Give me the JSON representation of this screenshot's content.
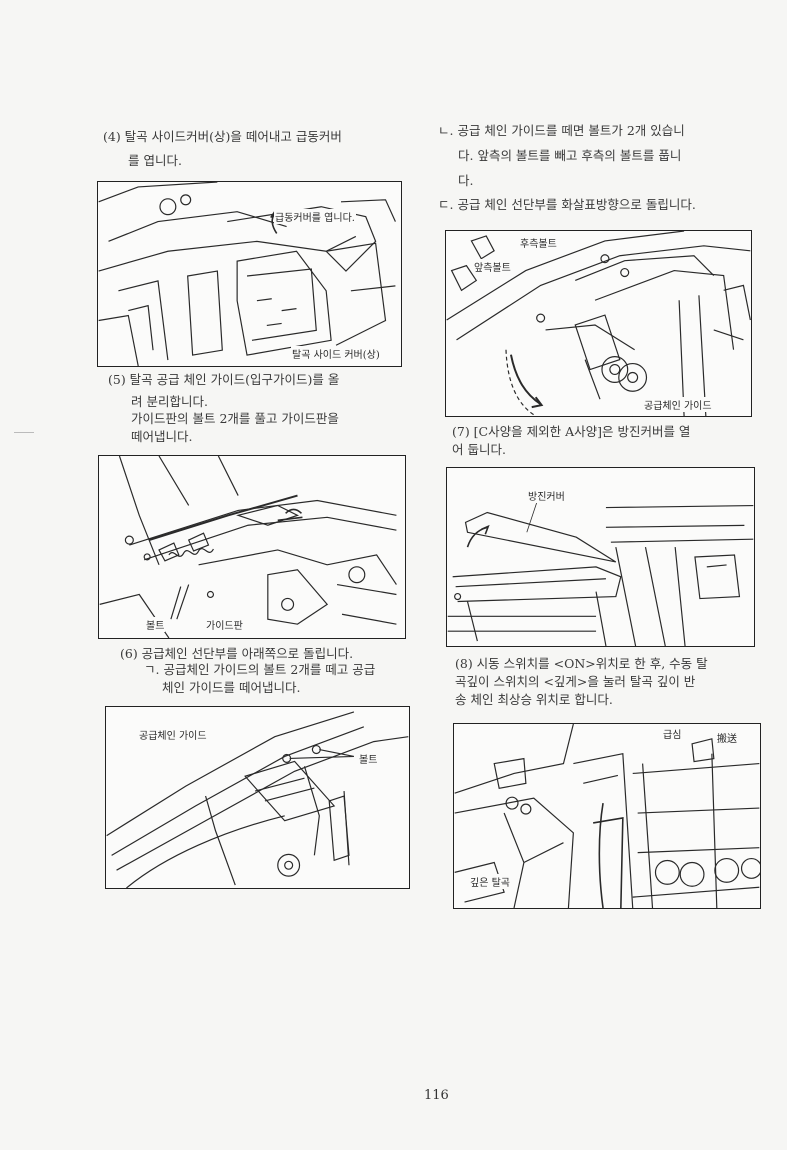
{
  "left": {
    "s4": [
      "(4) 탈곡 사이드커버(상)을 떼어내고 급동커버",
      "를 엽니다."
    ],
    "fig1": {
      "label1": "급동커버를 엽니다.",
      "label2": "탈곡 사이드 커버(상)"
    },
    "s5": [
      "(5) 탈곡 공급 체인 가이드(입구가이드)를 올",
      "려 분리합니다.",
      "가이드판의 볼트 2개를 풀고 가이드판을",
      "떼어냅니다."
    ],
    "fig2": {
      "label1": "볼트",
      "label2": "가이드판"
    },
    "s6": [
      "(6) 공급체인 선단부를 아래쪽으로 돌립니다.",
      "ㄱ. 공급체인 가이드의 볼트 2개를 떼고 공급",
      "체인 가이드를 떼어냅니다."
    ],
    "fig3": {
      "label1": "공급체인 가이드",
      "label2": "볼트"
    }
  },
  "right": {
    "sn": [
      "ㄴ. 공급 체인 가이드를 떼면 볼트가 2개 있습니",
      "다. 앞측의 볼트를 빼고 후측의 볼트를 풉니",
      "다."
    ],
    "sd": [
      "ㄷ. 공급 체인 선단부를 화살표방향으로 돌립니다."
    ],
    "fig4": {
      "label1": "후측볼트",
      "label2": "앞측볼트",
      "label3": "공급체인 가이드"
    },
    "s7": [
      "(7) [C사양을 제외한 A사양]은 방진커버를 열",
      "어 둡니다."
    ],
    "fig5": {
      "label1": "방진커버"
    },
    "s8": [
      "(8) 시동 스위치를 <ON>위치로 한 후, 수동 탈",
      "곡깊이 스위치의 <깊게>을 눌러 탈곡 깊이 반",
      "송 체인 최상승 위치로 합니다."
    ],
    "fig6": {
      "label1": "급심",
      "label2": "搬送",
      "label3": "깊은 탈곡"
    }
  },
  "page_number": "116"
}
